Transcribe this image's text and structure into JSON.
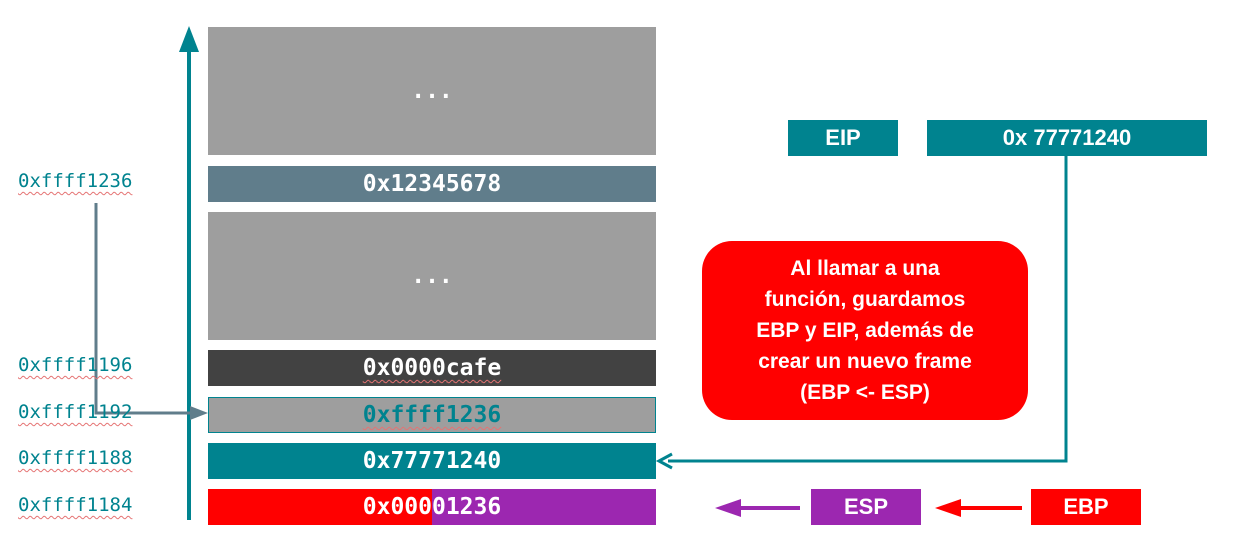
{
  "stack": {
    "blocks": [
      {
        "label": "..."
      },
      {
        "label": "0x12345678"
      },
      {
        "label": "..."
      },
      {
        "label": "0x0000cafe"
      },
      {
        "label": "0xffff1236"
      },
      {
        "label": "0x77771240"
      },
      {
        "label": "0x00001236"
      }
    ],
    "addresses": [
      "0xffff1236",
      "0xffff1196",
      "0xffff1192",
      "0xffff1188",
      "0xffff1184"
    ]
  },
  "registers": {
    "eip_label": "EIP",
    "eip_value": "0x 77771240",
    "esp_label": "ESP",
    "ebp_label": "EBP"
  },
  "callout": {
    "lines": [
      "Al llamar a una",
      "función, guardamos",
      "EBP y EIP, además de",
      "crear un nuevo frame",
      "(EBP <- ESP)"
    ]
  },
  "colors": {
    "teal": "#00838f",
    "gray": "#9e9e9e",
    "slate": "#607d8b",
    "dark": "#424242",
    "red": "#ff0000",
    "purple": "#9c27b0"
  }
}
